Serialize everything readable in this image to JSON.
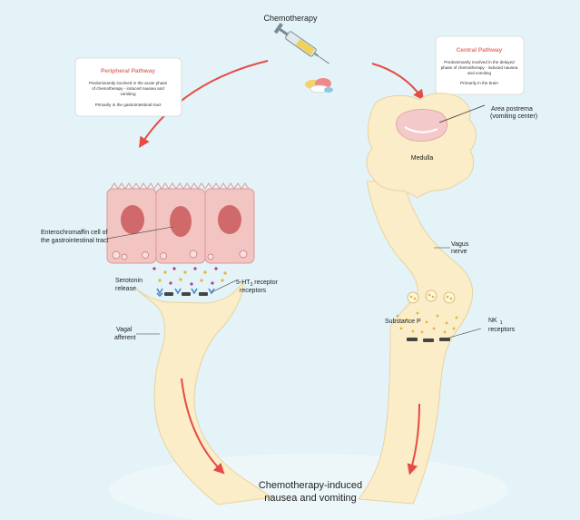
{
  "top_label": "Chemotherapy",
  "peripheral": {
    "title": "Peripheral Pathway",
    "desc_lines": [
      "Predominantly involved in the acute phase",
      "of chemotherapy - induced nausea and",
      "vomiting"
    ],
    "location": "Primarily in the gastrointestinal tract"
  },
  "central": {
    "title": "Central Pathway",
    "desc_lines": [
      "Predominantly involved in the delayed",
      "phase of chemotherapy - induced nausea",
      "and vomiting"
    ],
    "location": "Primarily in the brain"
  },
  "labels": {
    "area_postrema_1": "Area postrema",
    "area_postrema_2": "(vomiting center)",
    "medulla": "Medulla",
    "vagus_1": "Vagus",
    "vagus_2": "nerve",
    "enterochromaffin_1": "Enterochromaffin cell of",
    "enterochromaffin_2": "the gastrointestinal tract",
    "serotonin_1": "Serotonin",
    "serotonin_2": "release",
    "ht3_main": "5-HT",
    "ht3_sub": "3",
    "ht3_rest": " receptor",
    "ht3_2": "receptors",
    "vagal_1": "Vagal",
    "vagal_2": "afferent",
    "substance_p": "Substance P",
    "nk_main": "NK",
    "nk_sub": "1",
    "nk_2": "receptors",
    "bottom_1": "Chemotherapy-induced",
    "bottom_2": "nausea and vomiting"
  },
  "colors": {
    "background": "#e3f3f8",
    "nerve": "#faedc8",
    "nerve_stroke": "#e7d3a0",
    "cell": "#f2c4c2",
    "nucleus": "#d06a6a",
    "arrow": "#e64b45",
    "receptor_blue": "#4b89c8",
    "receptor_dark": "#444444",
    "serotonin_dot": "#e2b736",
    "purple_dot": "#a3448a",
    "brain": "#faedc8",
    "postrema": "#f4c9c9"
  }
}
